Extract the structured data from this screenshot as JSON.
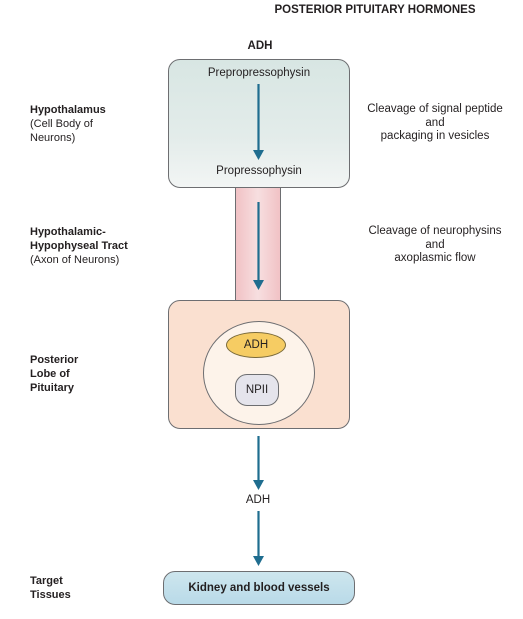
{
  "title": "POSTERIOR PITUITARY HORMONES",
  "hormone_top": "ADH",
  "regions": {
    "hypothalamus": {
      "name": "Hypothalamus",
      "detail_1": "(Cell Body of",
      "detail_2": "Neurons)"
    },
    "tract": {
      "name_1": "Hypothalamic-",
      "name_2": "Hypophyseal Tract",
      "detail": "(Axon of Neurons)"
    },
    "posterior": {
      "name_1": "Posterior",
      "name_2": "Lobe of",
      "name_3": "Pituitary"
    },
    "target": {
      "name_1": "Target",
      "name_2": "Tissues"
    }
  },
  "notes": {
    "step1": {
      "line1": "Cleavage of signal peptide",
      "line2": "and",
      "line3": "packaging in vesicles"
    },
    "step2": {
      "line1": "Cleavage of neurophysins",
      "line2": "and",
      "line3": "axoplasmic flow"
    }
  },
  "molecules": {
    "prepro": "Prepropressophysin",
    "pro": "Propressophysin",
    "adh_granule": "ADH",
    "npii": "NPII",
    "adh_released": "ADH"
  },
  "target_box": "Kidney and blood vessels",
  "colors": {
    "arrow": "#1f6d8f",
    "hypothalamus_fill": "#d8e6e3",
    "tract_fill": "#f1c2c5",
    "posterior_fill": "#fae0d0",
    "adh_granule_fill": "#f6cc63",
    "target_fill": "#c6e1ec"
  }
}
